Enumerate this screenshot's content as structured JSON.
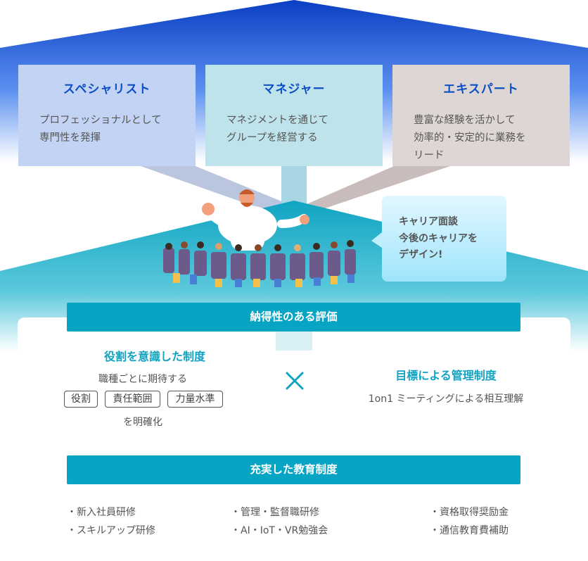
{
  "colors": {
    "roof_top": "#0a3fc4",
    "roof_bottom": "#ffffff",
    "teal_band": "#10a6c4",
    "bar": "#08a4c3",
    "accent_text": "#10a3c2",
    "card_title": "#0c4fc4",
    "card1_bg": "#c2d3f3",
    "card2_bg": "#bfe3ea",
    "card3_bg": "#ddd6d5"
  },
  "careers": [
    {
      "title": "スペシャリスト",
      "desc": [
        "プロフェッショナルとして",
        "専門性を発揮"
      ]
    },
    {
      "title": "マネジャー",
      "desc": [
        "マネジメントを通じて",
        "グループを経営する"
      ]
    },
    {
      "title": "エキスパート",
      "desc": [
        "豊富な経験を活かして",
        "効率的・安定的に業務を",
        "リード"
      ]
    }
  ],
  "bubble": {
    "lines": [
      "キャリア面談",
      "今後のキャリアを",
      "デザイン!"
    ]
  },
  "evaluation": {
    "bar_label": "納得性のある評価",
    "left": {
      "title": "役割を意識した制度",
      "line1": "職種ごとに期待する",
      "tags": [
        "役割",
        "責任範囲",
        "力量水準"
      ],
      "line2": "を明確化"
    },
    "cross_icon": "cross-icon",
    "right": {
      "title": "目標による管理制度",
      "text": "1on1 ミーティングによる相互理解"
    }
  },
  "education": {
    "bar_label": "充実した教育制度",
    "columns": [
      [
        "・新入社員研修",
        "・スキルアップ研修"
      ],
      [
        "・管理・監督職研修",
        "・AI・IoT・VR勉強会"
      ],
      [
        "・資格取得奨励金",
        "・通信教育費補助"
      ]
    ]
  }
}
